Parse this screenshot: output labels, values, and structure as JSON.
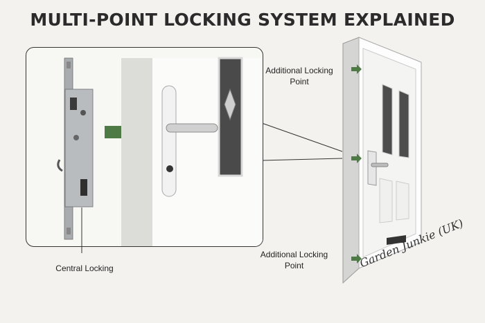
{
  "title": "MULTI-POINT LOCKING SYSTEM EXPLAINED",
  "labels": {
    "central": "Central Locking",
    "top_point": "Additional Locking Point",
    "bottom_point": "Additional Locking Point"
  },
  "watermark": "Garden Junkie (UK)",
  "colors": {
    "arrow": "#4d7a45",
    "door": "#ffffff",
    "metal": "#b9bcbf",
    "frame": "#e6e6e3"
  }
}
